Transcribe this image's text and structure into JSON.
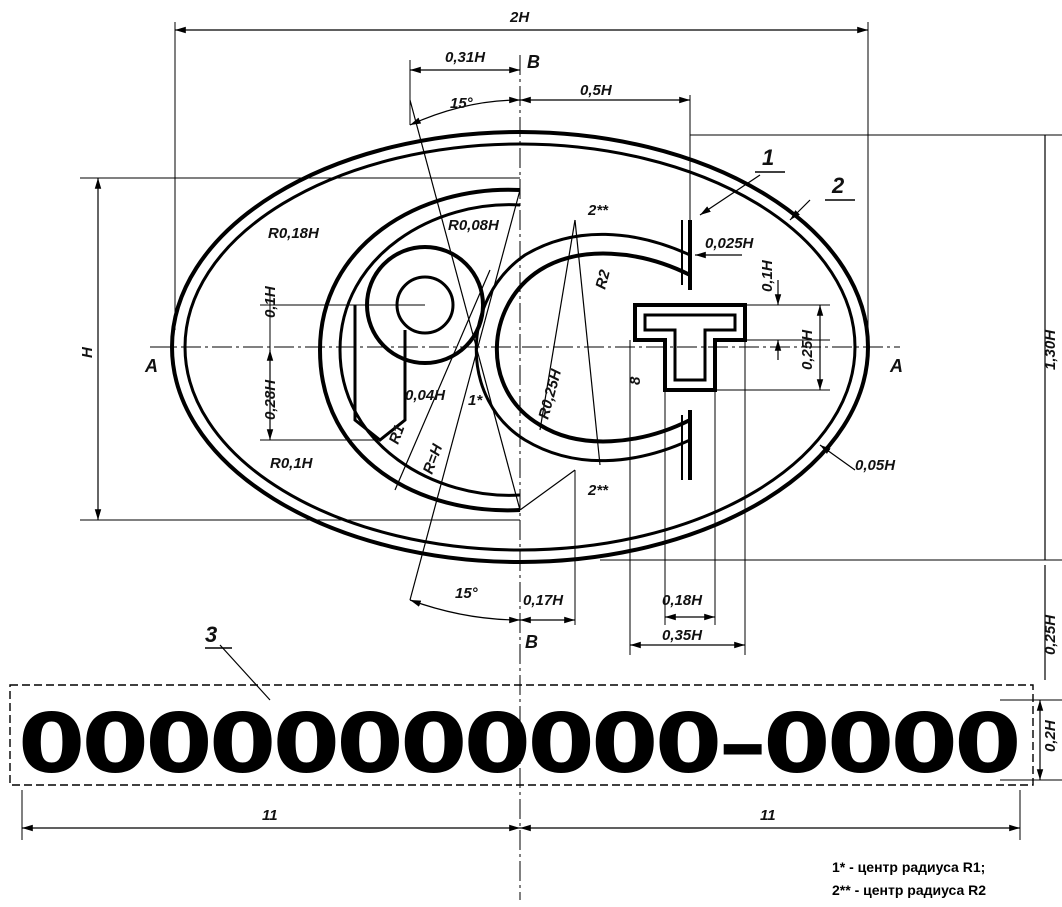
{
  "callouts": {
    "one": "1",
    "two": "2",
    "three": "3"
  },
  "axes": {
    "a_left": "A",
    "a_right": "A",
    "b_top": "B",
    "b_bottom": "B"
  },
  "dims": {
    "two_h": "2H",
    "h": "H",
    "d031h": "0,31H",
    "d05h": "0,5H",
    "a15_top": "15°",
    "a15_bottom": "15°",
    "r018h": "R0,18H",
    "r008h": "R0,08H",
    "d01h_left": "0,1H",
    "d028h": "0,28H",
    "d004h": "0,04H",
    "r01h": "R0,1H",
    "r1": "R1",
    "reqh": "R=H",
    "c1": "1*",
    "r025h": "R0,25H",
    "r2": "R2",
    "c2_top": "2**",
    "c2_bottom": "2**",
    "d8": "8",
    "d0025h": "0,025H",
    "d01h_right": "0,1H",
    "d025h_right": "0,25H",
    "d005h": "0,05H",
    "d017h": "0,17H",
    "d018h": "0,18H",
    "d035h": "0,35H",
    "d130h": "1,30H",
    "d025h_edge": "0,25H",
    "d02h": "0,2H",
    "half_left": "11",
    "half_right": "11"
  },
  "number_field": {
    "text": "00000000000–0000"
  },
  "notes": {
    "line1": "1* - центр радиуса R1;",
    "line2": "2** - центр радиуса R2"
  }
}
